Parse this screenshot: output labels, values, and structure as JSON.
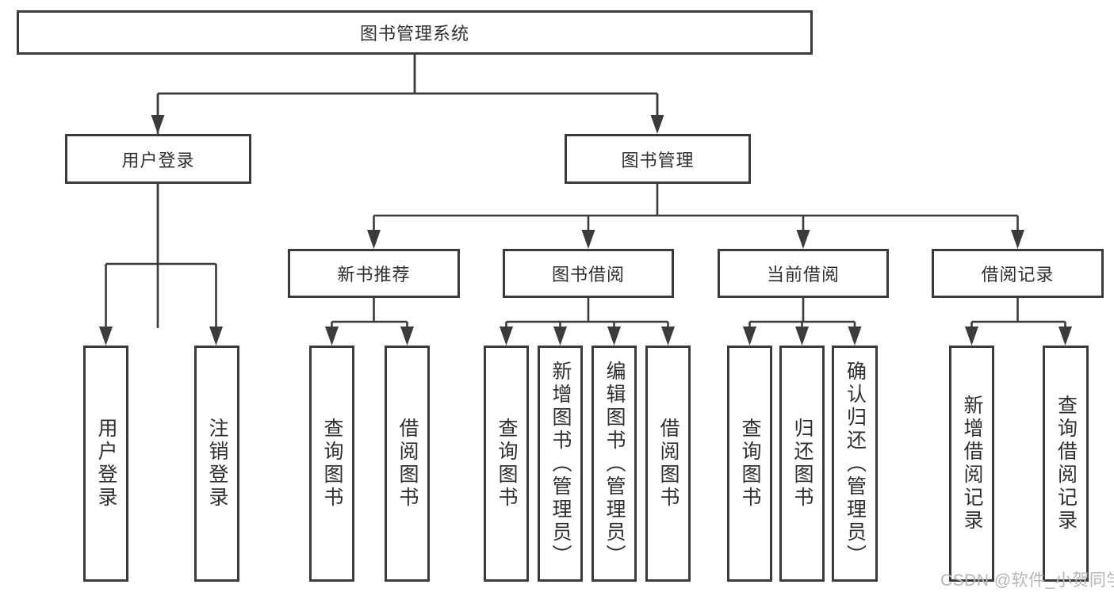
{
  "diagram": {
    "root": {
      "label": "图书管理系统"
    },
    "level2": [
      {
        "label": "用户登录"
      },
      {
        "label": "图书管理"
      }
    ],
    "level3": [
      {
        "label": "新书推荐"
      },
      {
        "label": "图书借阅"
      },
      {
        "label": "当前借阅"
      },
      {
        "label": "借阅记录"
      }
    ],
    "leaves": [
      {
        "label": "用户登录"
      },
      {
        "label": "注销登录"
      },
      {
        "label": "查询图书"
      },
      {
        "label": "借阅图书"
      },
      {
        "label": "查询图书"
      },
      {
        "label": "新增图书（管理员）"
      },
      {
        "label": "编辑图书（管理员）"
      },
      {
        "label": "借阅图书"
      },
      {
        "label": "查询图书"
      },
      {
        "label": "归还图书"
      },
      {
        "label": "确认归还（管理员）"
      },
      {
        "label": "新增借阅记录"
      },
      {
        "label": "查询借阅记录"
      }
    ]
  },
  "watermark": "CSDN @软件_小贺同学",
  "colors": {
    "line": "#3b3b3b",
    "text": "#2f2f2f",
    "box_background": "#ffffff",
    "watermark": "#b6b6b6",
    "background": "#ffffff"
  }
}
